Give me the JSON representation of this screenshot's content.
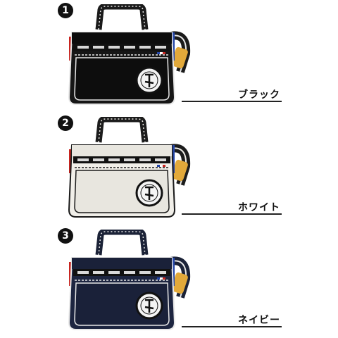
{
  "variants": [
    {
      "number": "1",
      "label": "ブラック",
      "colors": {
        "body": "#161616",
        "panel": "#0d0d0d",
        "trim": "#e8e8e8",
        "strap": "#1a1a1a",
        "strap_trim": "#e8e8e8",
        "accent_yellow": "#e2a93a",
        "accent_red": "#c8241f",
        "accent_blue": "#2446a8"
      }
    },
    {
      "number": "2",
      "label": "ホワイト",
      "colors": {
        "body": "#f1efe9",
        "panel": "#e8e6df",
        "trim": "#1a1a1a",
        "strap": "#1c1c1c",
        "strap_trim": "#f1efe9",
        "accent_yellow": "#e2a93a",
        "accent_red": "#c8241f",
        "accent_blue": "#2446a8"
      }
    },
    {
      "number": "3",
      "label": "ネイビー",
      "colors": {
        "body": "#1d2540",
        "panel": "#1a2139",
        "trim": "#e8e8e8",
        "strap": "#1b2237",
        "strap_trim": "#e8e8e8",
        "accent_yellow": "#e2a93a",
        "accent_red": "#c8241f",
        "accent_blue": "#2446a8"
      }
    }
  ]
}
